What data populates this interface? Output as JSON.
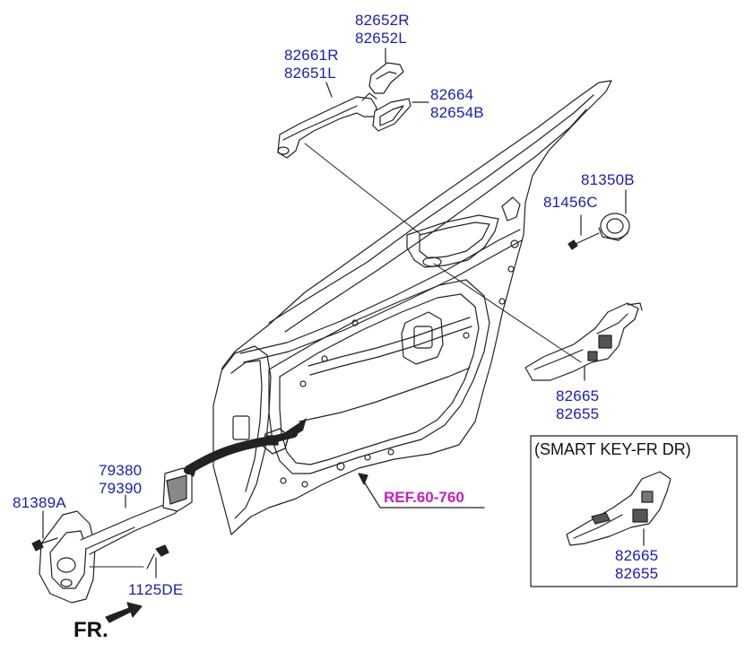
{
  "diagram": {
    "parts": {
      "handle_cover_pair": [
        "82652R",
        "82652L"
      ],
      "handle_pair": [
        "82661R",
        "82651L"
      ],
      "pad_pair": [
        "82664",
        "82654B"
      ],
      "cap_top": "81350B",
      "screw_top": "81456C",
      "inner_handle_pair": [
        "82665",
        "82655"
      ],
      "checker_pair": [
        "79380",
        "79390"
      ],
      "bolt_left": "81389A",
      "bolt_bottom": "1125DE",
      "smart_handle_pair": [
        "82665",
        "82655"
      ]
    },
    "ref_label": "REF.60-760",
    "direction_label": "FR.",
    "inset_title": "(SMART KEY-FR DR)"
  }
}
